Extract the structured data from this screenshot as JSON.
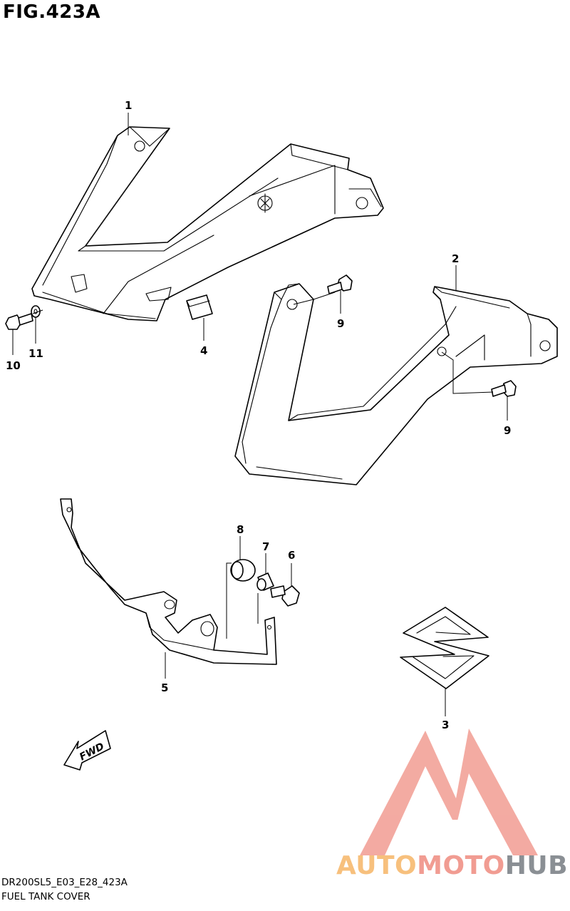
{
  "figure": {
    "title": "FIG.423A",
    "code": "DR200SL5_E03_E28_423A",
    "name": "FUEL TANK COVER"
  },
  "callouts": {
    "c1": "1",
    "c2": "2",
    "c3": "3",
    "c4": "4",
    "c5": "5",
    "c6": "6",
    "c7": "7",
    "c8": "8",
    "c9a": "9",
    "c9b": "9",
    "c10": "10",
    "c11": "11"
  },
  "fwd_label": "FWD",
  "watermark": {
    "part1": "AUTO",
    "part2": "MOTO",
    "part3": "HUB",
    "colors": {
      "auto": "#f7c07d",
      "moto": "#f19c92",
      "hub": "#8a8f94",
      "logo": "#f19c92"
    }
  }
}
